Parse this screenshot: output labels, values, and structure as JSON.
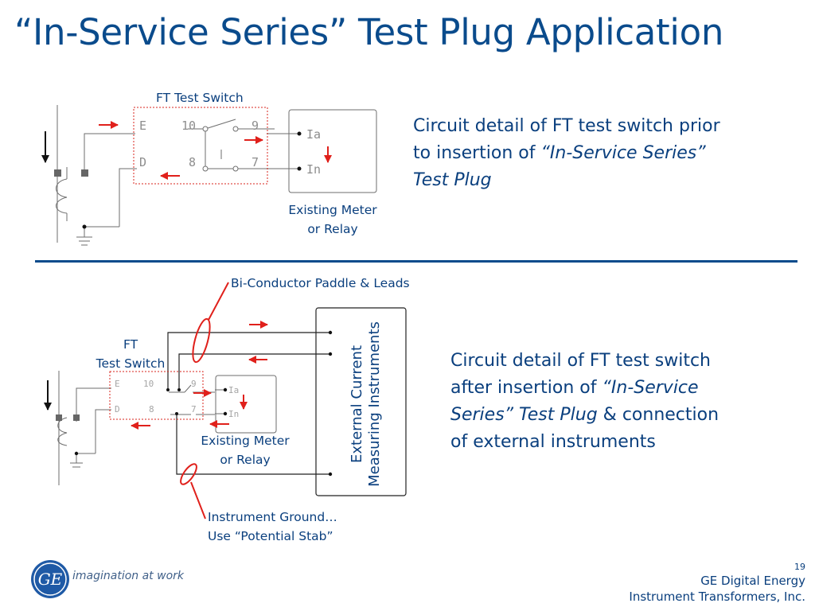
{
  "slide": {
    "title": "“In-Service Series” Test Plug Application",
    "number": "19"
  },
  "top_diagram": {
    "switch_label": "FT Test Switch",
    "meter_label_line1": "Existing Meter",
    "meter_label_line2": "or Relay",
    "terminals": [
      "E",
      "10",
      "9",
      "D",
      "8",
      "7"
    ],
    "meter_terminals": [
      "Ia",
      "In"
    ]
  },
  "top_description": {
    "line1": "Circuit detail of FT test switch prior",
    "line2_prefix": "to insertion of ",
    "line2_italic": "“In-Service Series”",
    "line3_italic": "Test Plug"
  },
  "bottom_diagram": {
    "paddle_label": "Bi-Conductor Paddle & Leads",
    "switch_label_line1": "FT",
    "switch_label_line2": "Test Switch",
    "meter_label_line1": "Existing Meter",
    "meter_label_line2": "or Relay",
    "instrument_box_line1": "External Current",
    "instrument_box_line2": "Measuring Instruments",
    "ground_label_line1": "Instrument Ground…",
    "ground_label_line2": "Use “Potential Stab”",
    "terminals": [
      "E",
      "10",
      "9",
      "D",
      "8",
      "7"
    ],
    "meter_terminals": [
      "Ia",
      "In"
    ]
  },
  "bottom_description": {
    "line1": "Circuit detail of FT test switch",
    "line2_prefix": "after insertion of ",
    "line2_italic": "“In-Service",
    "line3_italic": "Series” Test Plug",
    "line3_suffix": " & connection",
    "line4": "of external instruments"
  },
  "footer": {
    "tagline": "imagination at work",
    "company": "GE Digital Energy",
    "division": "Instrument Transformers, Inc."
  },
  "colors": {
    "title": "#0a4b8c",
    "text": "#0a3f7e",
    "arrow": "#e0201b",
    "switch_box": "#d9261c",
    "wire": "#6e6e6e"
  }
}
